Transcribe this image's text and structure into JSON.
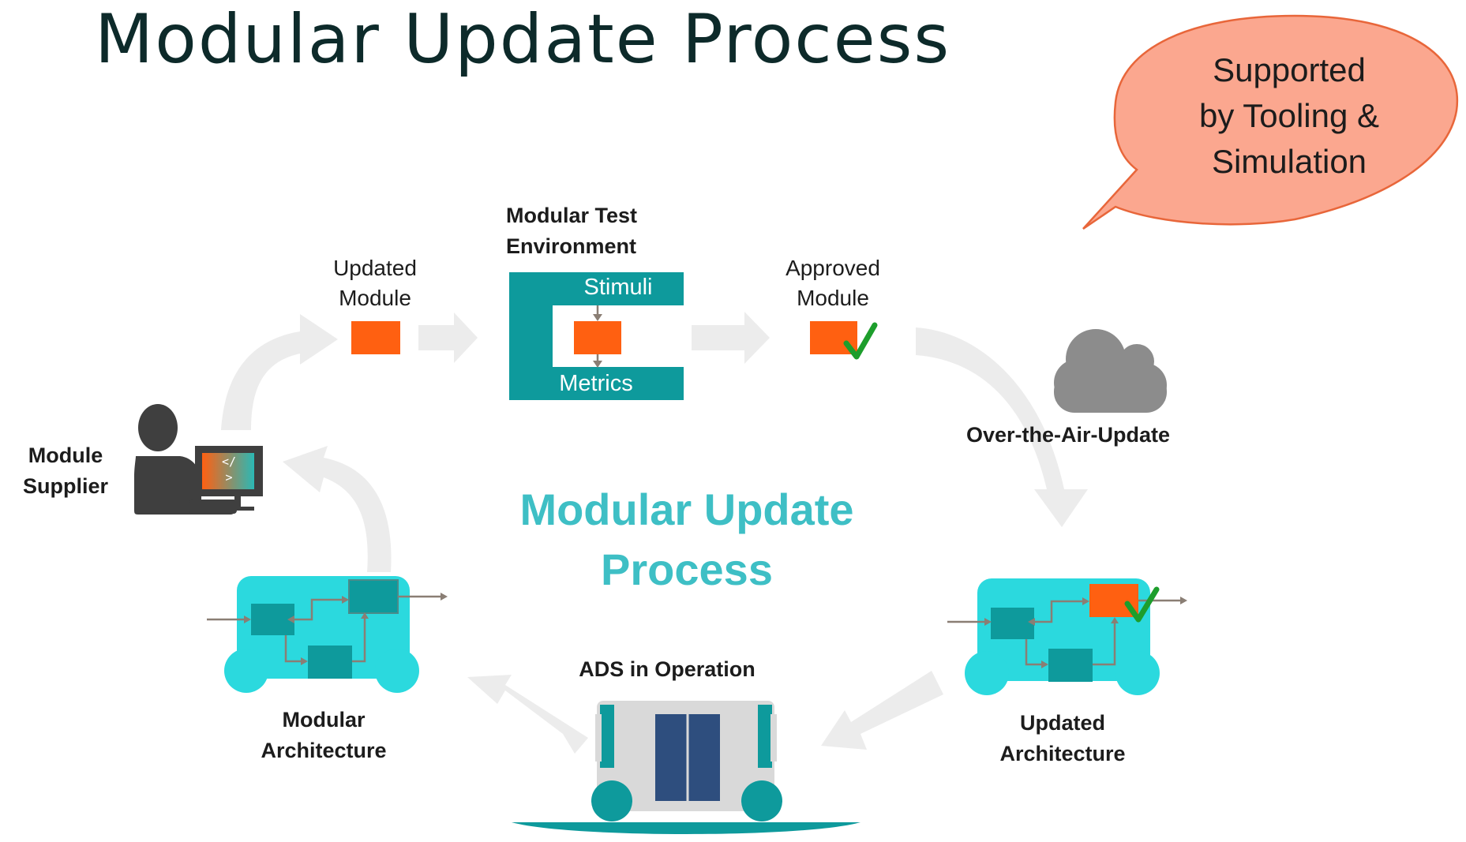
{
  "title": "Modular Update Process",
  "bubble": {
    "lines": [
      "Supported",
      "by Tooling &",
      "Simulation"
    ]
  },
  "updated_module": {
    "line1": "Updated",
    "line2": "Module"
  },
  "test_env": {
    "line1": "Modular Test",
    "line2": "Environment",
    "stimuli": "Stimuli",
    "metrics": "Metrics"
  },
  "approved_module": {
    "line1": "Approved",
    "line2": "Module"
  },
  "ota": {
    "label": "Over-the-Air-Update"
  },
  "supplier": {
    "line1": "Module",
    "line2": "Supplier",
    "code": "</\n>"
  },
  "center": {
    "line1": "Modular Update",
    "line2": "Process"
  },
  "modular_arch": {
    "line1": "Modular",
    "line2": "Architecture"
  },
  "updated_arch": {
    "line1": "Updated",
    "line2": "Architecture"
  },
  "ads": {
    "label": "ADS in Operation"
  },
  "colors": {
    "orange": "#ff6011",
    "teal": "#0e9a9c",
    "cyan": "#2bd9de",
    "arrow": "#ececec",
    "bubble": "#fba78f",
    "check": "#1d9e2c",
    "center_text": "#3ebfc5"
  }
}
